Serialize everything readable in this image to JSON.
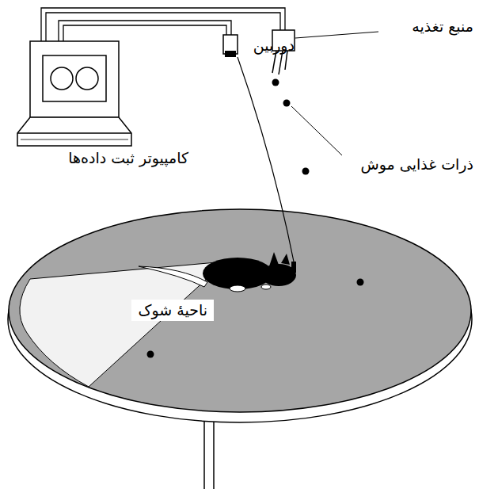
{
  "diagram": {
    "labels": [
      "دوربین",
      "منبع تغذیه",
      "ذرات غذایی موش",
      "کامپیوتر ثبت داده‌ها",
      "ناحیهٔ شوک"
    ]
  }
}
